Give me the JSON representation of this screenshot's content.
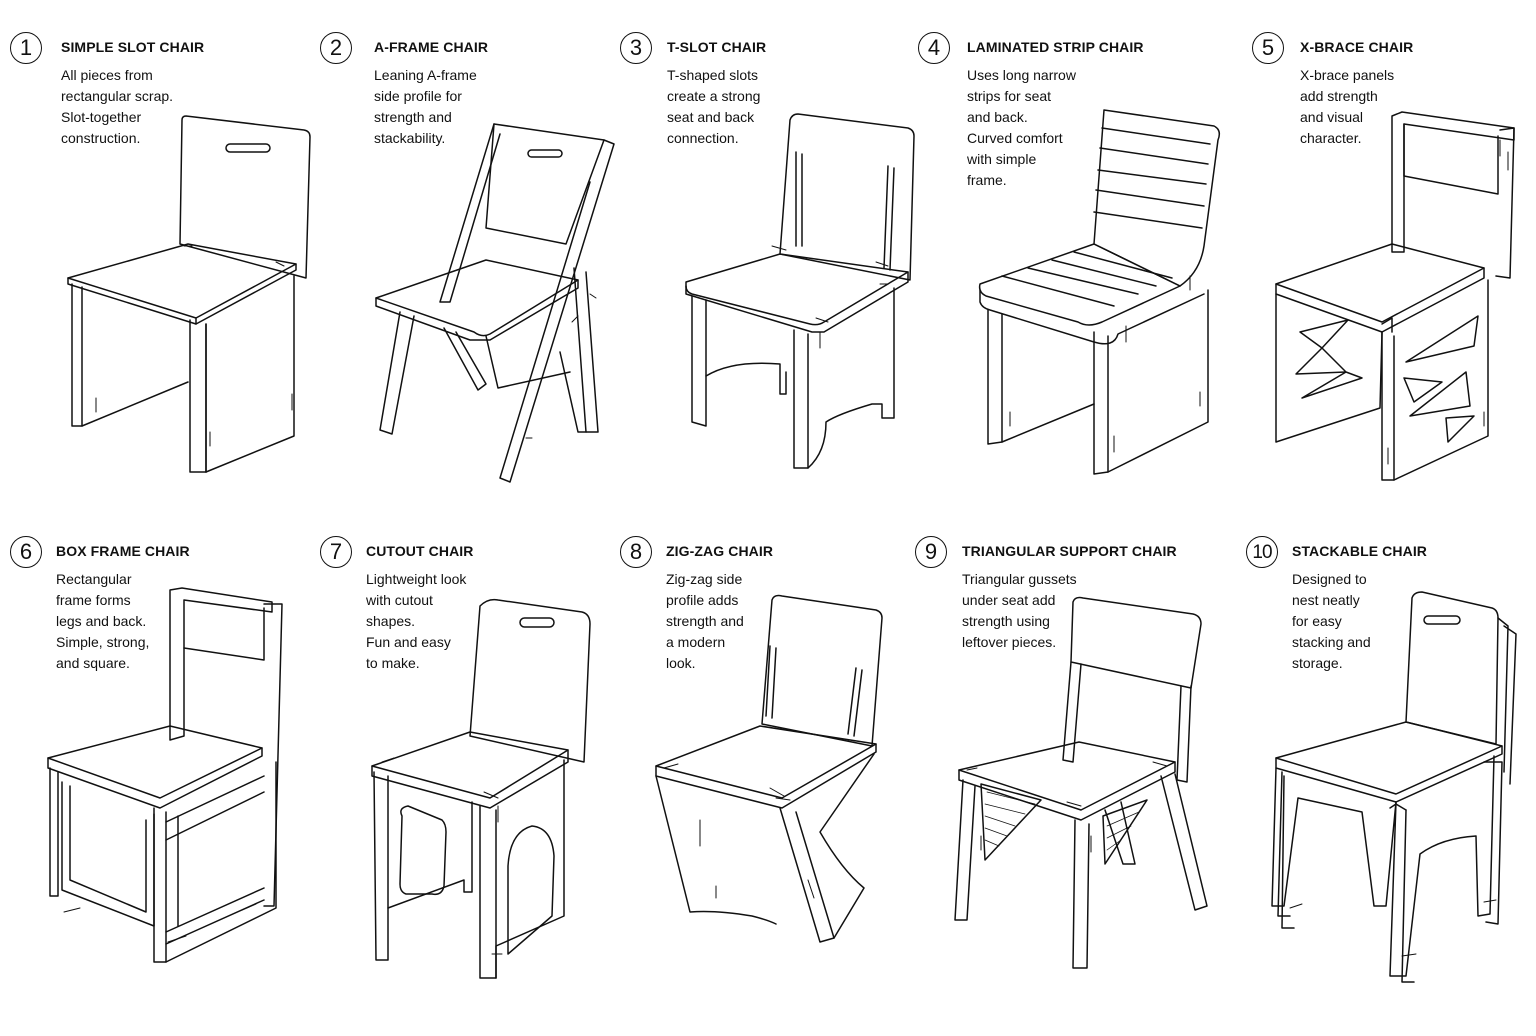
{
  "chairs": [
    {
      "number": "1",
      "title": "SIMPLE SLOT CHAIR",
      "lines": [
        "All pieces from",
        "rectangular scrap.",
        "Slot-together",
        "construction."
      ]
    },
    {
      "number": "2",
      "title": "A-FRAME CHAIR",
      "lines": [
        "Leaning A-frame",
        "side profile for",
        "strength and",
        "stackability."
      ]
    },
    {
      "number": "3",
      "title": "T-SLOT CHAIR",
      "lines": [
        "T-shaped slots",
        "create a strong",
        "seat and back",
        "connection."
      ]
    },
    {
      "number": "4",
      "title": "LAMINATED STRIP CHAIR",
      "lines": [
        "Uses long narrow",
        "strips for seat",
        "and back.",
        "Curved comfort",
        "with simple",
        "frame."
      ]
    },
    {
      "number": "5",
      "title": "X-BRACE CHAIR",
      "lines": [
        "X-brace panels",
        "add strength",
        "and visual",
        "character."
      ]
    },
    {
      "number": "6",
      "title": "BOX FRAME CHAIR",
      "lines": [
        "Rectangular",
        "frame forms",
        "legs and back.",
        "Simple, strong,",
        "and square."
      ]
    },
    {
      "number": "7",
      "title": "CUTOUT CHAIR",
      "lines": [
        "Lightweight look",
        "with cutout",
        "shapes.",
        "Fun and easy",
        "to make."
      ]
    },
    {
      "number": "8",
      "title": "ZIG-ZAG CHAIR",
      "lines": [
        "Zig-zag side",
        "profile adds",
        "strength and",
        "a modern",
        "look."
      ]
    },
    {
      "number": "9",
      "title": "TRIANGULAR SUPPORT CHAIR",
      "lines": [
        "Triangular gussets",
        "under seat add",
        "strength using",
        "leftover pieces."
      ]
    },
    {
      "number": "10",
      "title": "STACKABLE CHAIR",
      "lines": [
        "Designed to",
        "nest neatly",
        "for easy",
        "stacking and",
        "storage."
      ]
    }
  ]
}
